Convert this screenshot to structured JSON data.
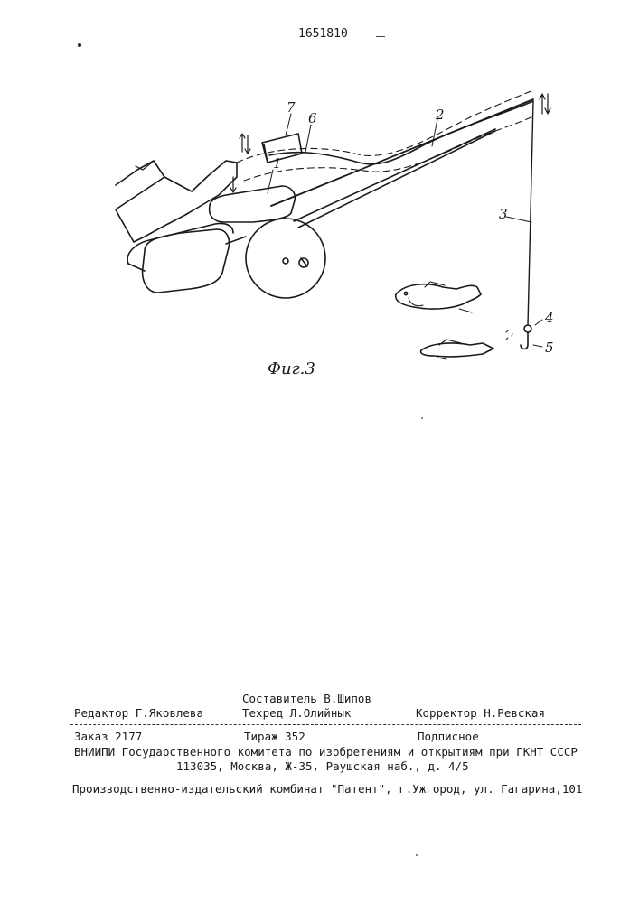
{
  "header": {
    "patent_number": "1651810"
  },
  "figure": {
    "caption": "Фиг.3",
    "labels": {
      "l1": "1",
      "l2": "2",
      "l3": "3",
      "l4": "4",
      "l5": "5",
      "l6": "6",
      "l7": "7"
    }
  },
  "footer": {
    "composer": "Составитель В.Шипов",
    "editor": "Редактор Г.Яковлева",
    "techred": "Техред Л.Олийнык",
    "corrector": "Корректор Н.Ревская",
    "order": "Заказ 2177",
    "circulation": "Тираж 352",
    "subscription": "Подписное",
    "org_line": "ВНИИПИ Государственного комитета по изобретениям и открытиям при ГКНТ СССР",
    "address_line": "113035, Москва, Ж-35, Раушская наб., д. 4/5",
    "publisher_line": "Производственно-издательский комбинат \"Патент\", г.Ужгород, ул. Гагарина,101"
  }
}
